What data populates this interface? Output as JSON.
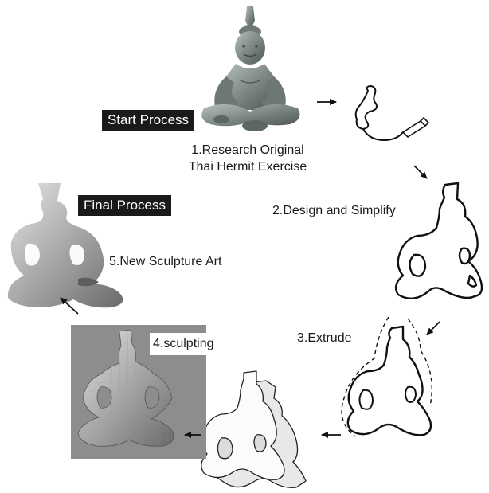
{
  "tags": {
    "start": "Start Process",
    "final": "Final Process"
  },
  "steps": [
    {
      "label_line1": "1.Research Original",
      "label_line2": "Thai Hermit Exercise",
      "image": "thai-hermit-statue-photo"
    },
    {
      "label": "2.Design and Simplify",
      "image": "simplified-outline-drawing"
    },
    {
      "label": "3.Extrude",
      "image": "extrude-outline-with-arrows"
    },
    {
      "label": "4.sculpting",
      "image": "wireframe-sculpt-render"
    },
    {
      "label": "5.New Sculpture Art",
      "image": "final-sculpture-render"
    }
  ],
  "colors": {
    "tag_bg": "#1a1a1a",
    "stone": "#7f8a84",
    "render_gray": "#9a9a9a",
    "panel_gray": "#8a8a8a"
  }
}
